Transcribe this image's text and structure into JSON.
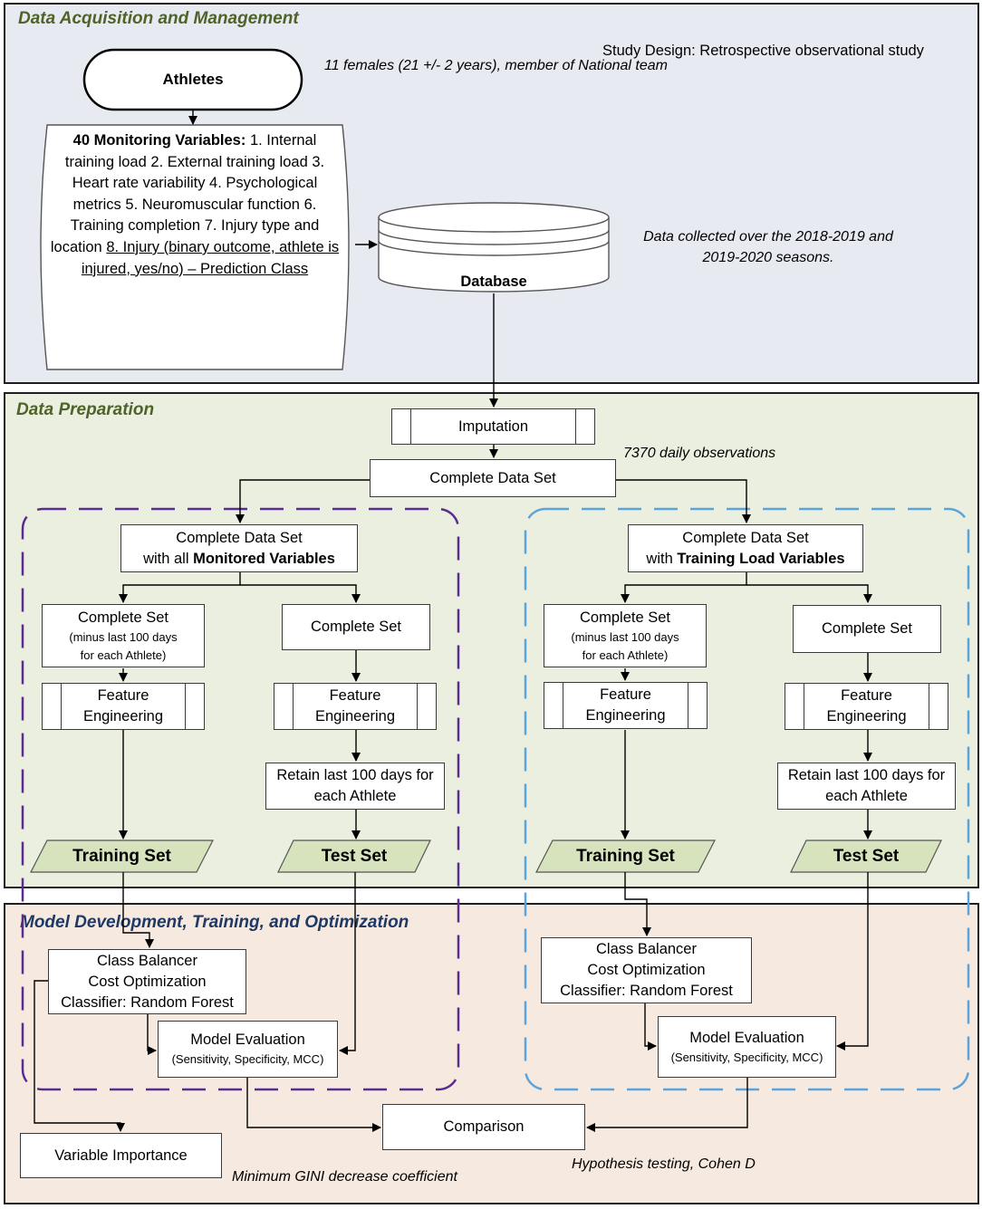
{
  "sections": {
    "acquisition": {
      "title": "Data Acquisition and Management",
      "bg": "#E8EAF1",
      "title_color": "#4F6228"
    },
    "preparation": {
      "title": "Data Preparation",
      "bg": "#EBEFE0",
      "title_color": "#4F6228"
    },
    "modeling": {
      "title": "Model Development, Training, and Optimization",
      "bg": "#F6EAE0",
      "title_color": "#1F3864"
    }
  },
  "acquisition": {
    "study_design": "Study Design: Retrospective observational study",
    "athletes": "Athletes",
    "athletes_note": [
      "11 females (21 +/- 2 years),",
      "member of National team"
    ],
    "variables_title": "40 Monitoring Variables:",
    "variables": [
      "1. Internal training load",
      "2. External training load",
      "3. Heart rate variability",
      "4. Psychological metrics",
      "5. Neuromuscular function",
      "6. Training completion",
      "7. Injury type and location"
    ],
    "prediction_class": [
      "8. Injury (binary outcome, athlete is",
      "injured, yes/no) – Prediction Class"
    ],
    "database": "Database",
    "database_note": [
      "Data collected over the 2018-2019 and",
      "2019-2020 seasons."
    ]
  },
  "preparation": {
    "imputation": "Imputation",
    "observations": "7370 daily observations",
    "complete_data_set": "Complete Data Set",
    "left": {
      "header_line1": "Complete Data Set",
      "header_line2_prefix": "with all ",
      "header_line2_bold": "Monitored Variables",
      "train_source_title": "Complete Set",
      "train_source_sub": [
        "(minus last 100 days",
        "for each Athlete)"
      ],
      "test_source": "Complete Set",
      "feature_engineering": [
        "Feature",
        "Engineering"
      ],
      "retain": [
        "Retain last 100 days for",
        "each Athlete"
      ],
      "training_set": "Training Set",
      "test_set": "Test Set",
      "dash_color": "#5B2C8F"
    },
    "right": {
      "header_line1": "Complete Data Set",
      "header_line2_prefix": "with ",
      "header_line2_bold": "Training Load Variables",
      "train_source_title": "Complete Set",
      "train_source_sub": [
        "(minus last 100 days",
        "for each Athlete)"
      ],
      "test_source": "Complete Set",
      "feature_engineering": [
        "Feature",
        "Engineering"
      ],
      "retain": [
        "Retain last 100 days for",
        "each Athlete"
      ],
      "training_set": "Training Set",
      "test_set": "Test Set",
      "dash_color": "#5BA3DC"
    }
  },
  "modeling": {
    "classifier": [
      "Class Balancer",
      "Cost Optimization",
      "Classifier: Random Forest"
    ],
    "evaluation_title": "Model Evaluation",
    "evaluation_sub": "(Sensitivity, Specificity, MCC)",
    "comparison": "Comparison",
    "variable_importance": "Variable Importance",
    "gini_note": "Minimum GINI decrease coefficient",
    "hypothesis_note": "Hypothesis testing, Cohen D"
  },
  "colors": {
    "parallelogram_fill": "#D6E3BC",
    "line": "#000000"
  }
}
